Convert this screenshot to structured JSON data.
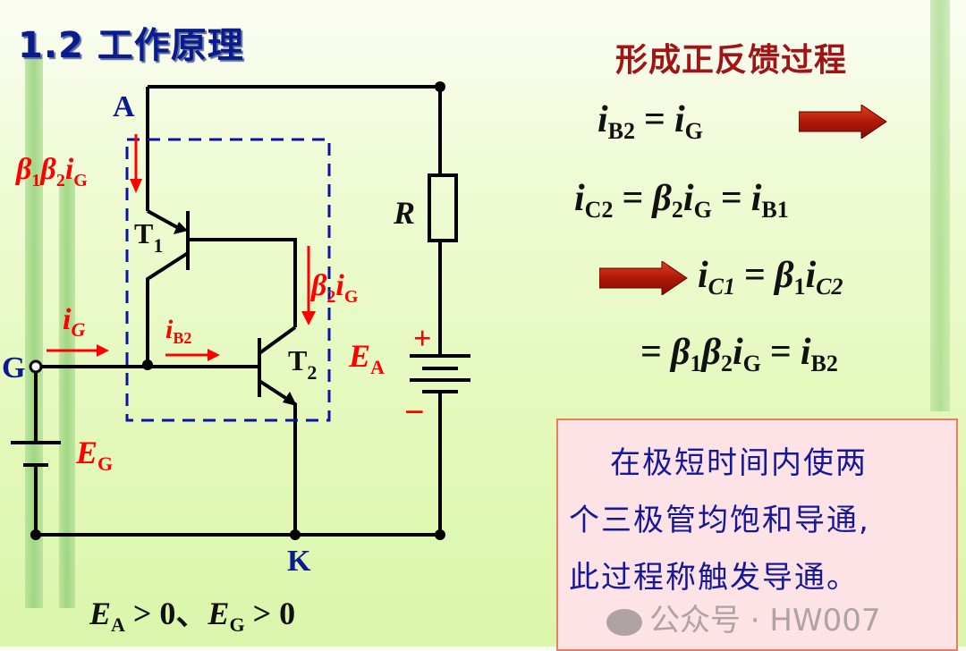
{
  "title": "1.2 工作原理",
  "circuit": {
    "node_A": "A",
    "node_G": "G",
    "node_K": "K",
    "resistor": "R",
    "t1": {
      "main": "T",
      "sub": "1"
    },
    "t2": {
      "main": "T",
      "sub": "2"
    },
    "ea": {
      "main": "E",
      "sub": "A"
    },
    "eg": {
      "main": "E",
      "sub": "G"
    },
    "plus": "+",
    "minus": "−",
    "current_b1b2ig": {
      "b": "β",
      "s1": "1",
      "b2": "β",
      "s2": "2",
      "i": "i",
      "sg": "G"
    },
    "current_b2ig": {
      "b": "β",
      "s2": "2",
      "i": "i",
      "sg": "G"
    },
    "current_ig": {
      "i": "i",
      "sg": "G"
    },
    "current_ib2": {
      "i": "i",
      "s": "B2"
    },
    "condition": {
      "e1": "E",
      "s1": "A",
      "rel1": " > 0、",
      "e2": "E",
      "s2": "G",
      "rel2": " > 0"
    }
  },
  "right": {
    "heading": "形成正反馈过程",
    "eq1": {
      "a": "i",
      "as": "B2",
      "op": "=",
      "b": "i",
      "bs": "G"
    },
    "eq2": {
      "a": "i",
      "as": "C2",
      "op1": "=",
      "b": "β",
      "bs": "2",
      "c": "i",
      "cs": "G",
      "op2": "=",
      "d": "i",
      "ds": "B1"
    },
    "eq3": {
      "a": "i",
      "as": "C1",
      "op": "=",
      "b": "β",
      "bs": "1",
      "c": "i",
      "cs": "C2"
    },
    "eq4": {
      "op1": "=",
      "b1": "β",
      "b1s": "1",
      "b2": "β",
      "b2s": "2",
      "c": "i",
      "cs": "G",
      "op2": "=",
      "d": "i",
      "ds": "B2"
    }
  },
  "note": {
    "line1": "在极短时间内使两",
    "line2": "个三极管均饱和导通,",
    "line3": "此过程称触发导通。"
  },
  "watermark": "公众号 · HW007",
  "colors": {
    "navy": "#0b1a8c",
    "red": "#ff0000",
    "heading": "#a01418",
    "note_bg": "#fde2e6"
  }
}
